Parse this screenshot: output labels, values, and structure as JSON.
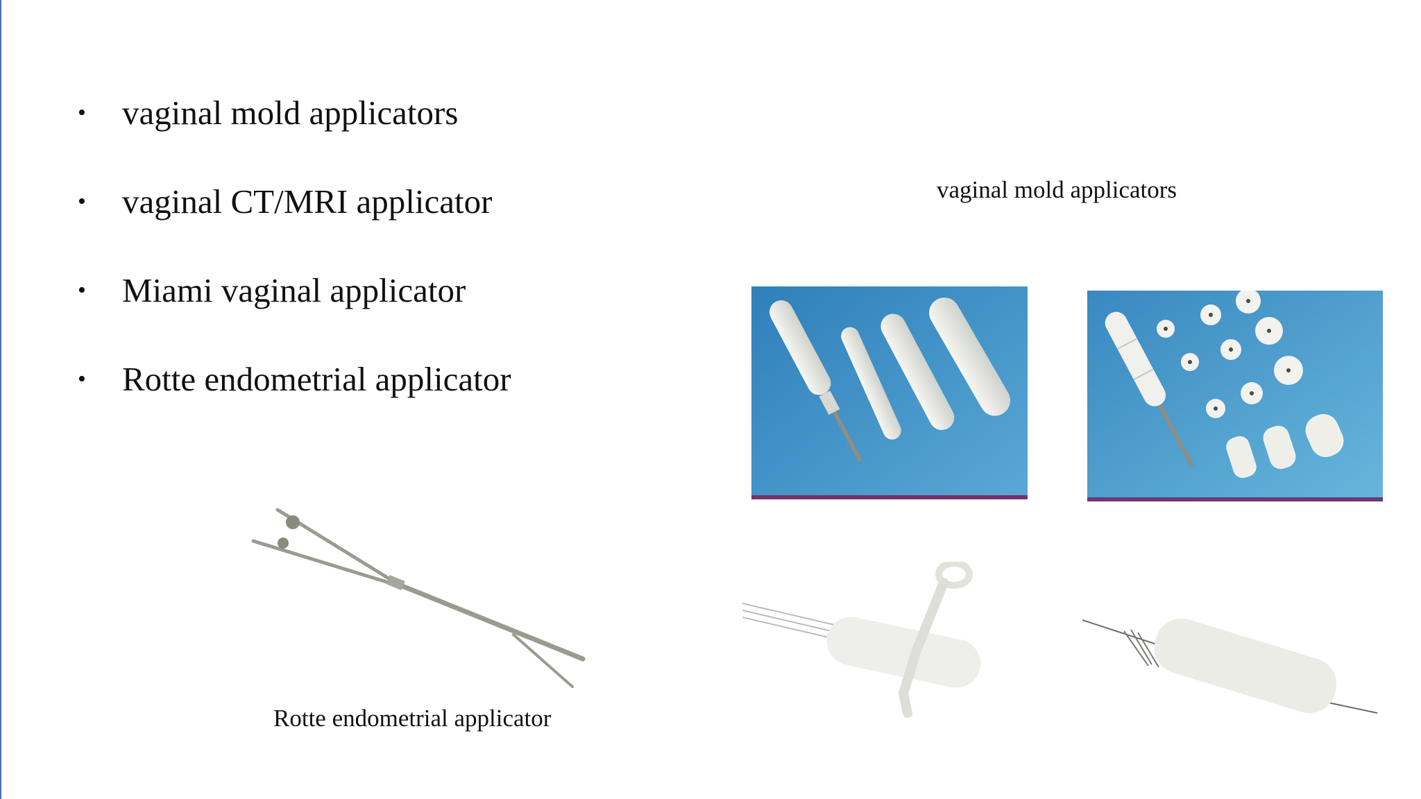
{
  "slide": {
    "accent_edge_color": "#4a6fb0",
    "bullets": [
      {
        "symbol": "•",
        "text": "vaginal mold applicators"
      },
      {
        "symbol": "•",
        "text": "vaginal CT/MRI applicator"
      },
      {
        "symbol": "•",
        "text": "Miami vaginal applicator"
      },
      {
        "symbol": "•",
        "text": "Rotte endometrial applicator"
      }
    ],
    "captions": {
      "mold": "vaginal  mold applicators",
      "rotte": "Rotte endometrial  applicator"
    },
    "photo_colors": {
      "mold_background": "#3f8fc4",
      "applicator_white": "#ecece6",
      "metal": "#9a9a8e"
    }
  }
}
